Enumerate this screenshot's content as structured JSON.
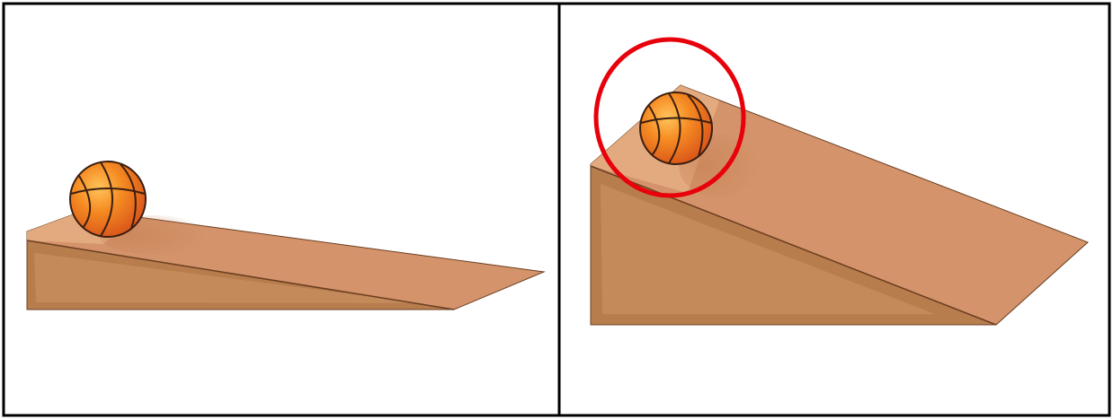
{
  "panels": [
    {
      "id": "left",
      "label": "",
      "ramp": "low-incline",
      "ball": "basketball",
      "highlight": false
    },
    {
      "id": "right",
      "label": "",
      "ramp": "steep-incline",
      "ball": "basketball",
      "highlight": true
    }
  ],
  "colors": {
    "border": "#000000",
    "ramp_top": "#d4936a",
    "ramp_top_light": "#e8b38d",
    "ramp_side": "#b87d4d",
    "ramp_side_inner": "#c48a5a",
    "ramp_edge": "#6b3f22",
    "ball_light": "#ffb347",
    "ball_mid": "#f07a1a",
    "ball_dark": "#d2561a",
    "ball_seam": "#3a1e10",
    "highlight_circle": "#e8000b"
  }
}
